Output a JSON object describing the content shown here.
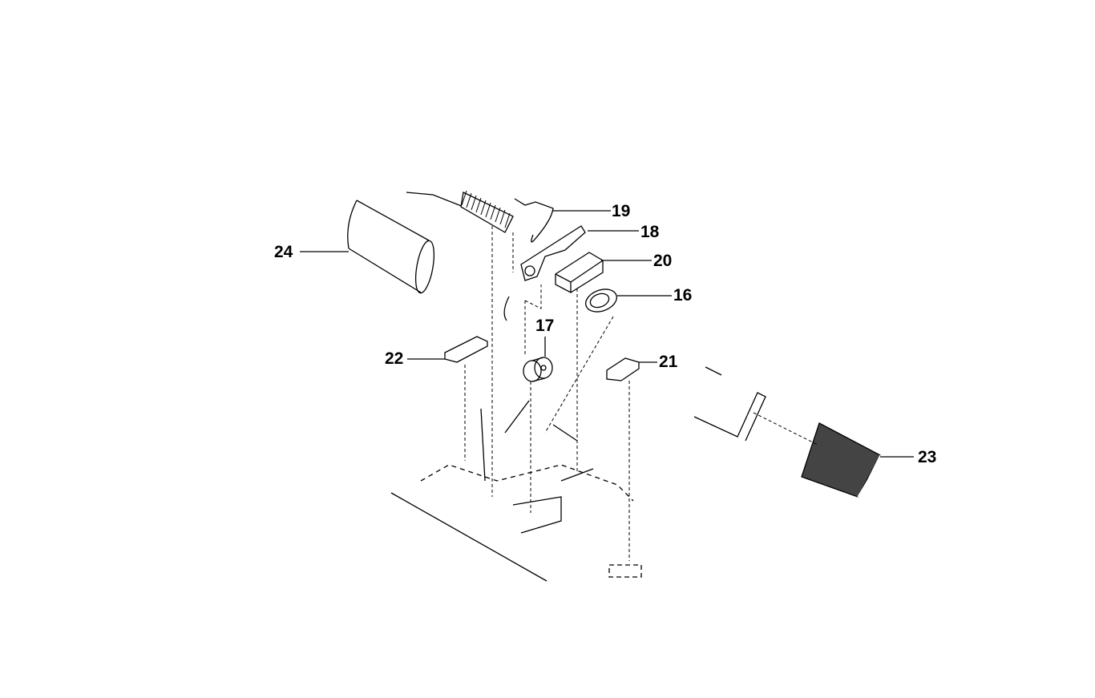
{
  "diagram": {
    "callouts": {
      "p24": "24",
      "p19": "19",
      "p18": "18",
      "p20": "20",
      "p16": "16",
      "p17": "17",
      "p22": "22",
      "p21": "21",
      "p23": "23"
    }
  }
}
